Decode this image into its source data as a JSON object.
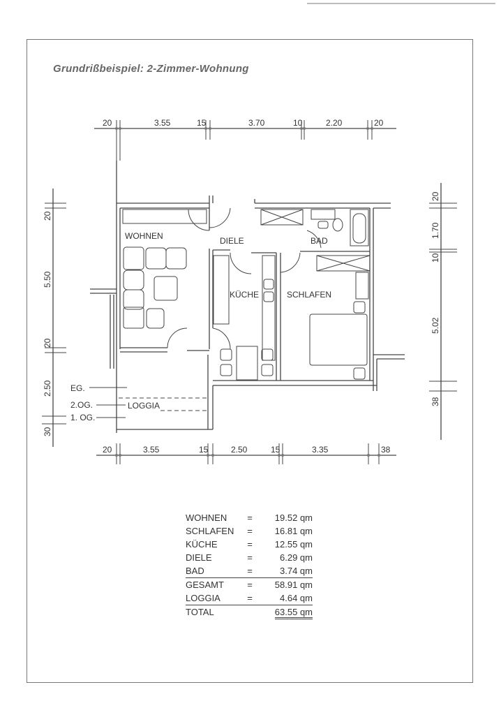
{
  "title": "Grundrißbeispiel: 2-Zimmer-Wohnung",
  "dimensions": {
    "top": [
      "20",
      "3.55",
      "15",
      "3.70",
      "10",
      "2.20",
      "20"
    ],
    "bottom": [
      "20",
      "3.55",
      "15",
      "2.50",
      "15",
      "3.35",
      "38"
    ],
    "left": [
      "20",
      "5.50",
      "20",
      "2.50",
      "30"
    ],
    "right": [
      "20",
      "1.70",
      "10",
      "5.02",
      "38"
    ]
  },
  "rooms": {
    "wohnen": "WOHNEN",
    "diele": "DIELE",
    "bad": "BAD",
    "kueche": "KÜCHE",
    "schlafen": "SCHLAFEN",
    "loggia": "LOGGIA"
  },
  "levels": [
    "EG.",
    "2.OG.",
    "1. OG."
  ],
  "areas": {
    "rows": [
      {
        "name": "WOHNEN",
        "eq": "=",
        "value": "19.52 qm"
      },
      {
        "name": "SCHLAFEN",
        "eq": "=",
        "value": "16.81 qm"
      },
      {
        "name": "KÜCHE",
        "eq": "=",
        "value": "12.55 qm"
      },
      {
        "name": "DIELE",
        "eq": "=",
        "value": "6.29 qm"
      },
      {
        "name": "BAD",
        "eq": "=",
        "value": "3.74 qm"
      }
    ],
    "gesamt": {
      "name": "GESAMT",
      "eq": "=",
      "value": "58.91 qm"
    },
    "loggia": {
      "name": "LOGGIA",
      "eq": "=",
      "value": "4.64 qm"
    },
    "total": {
      "name": "TOTAL",
      "value": "63.55 qm"
    }
  }
}
